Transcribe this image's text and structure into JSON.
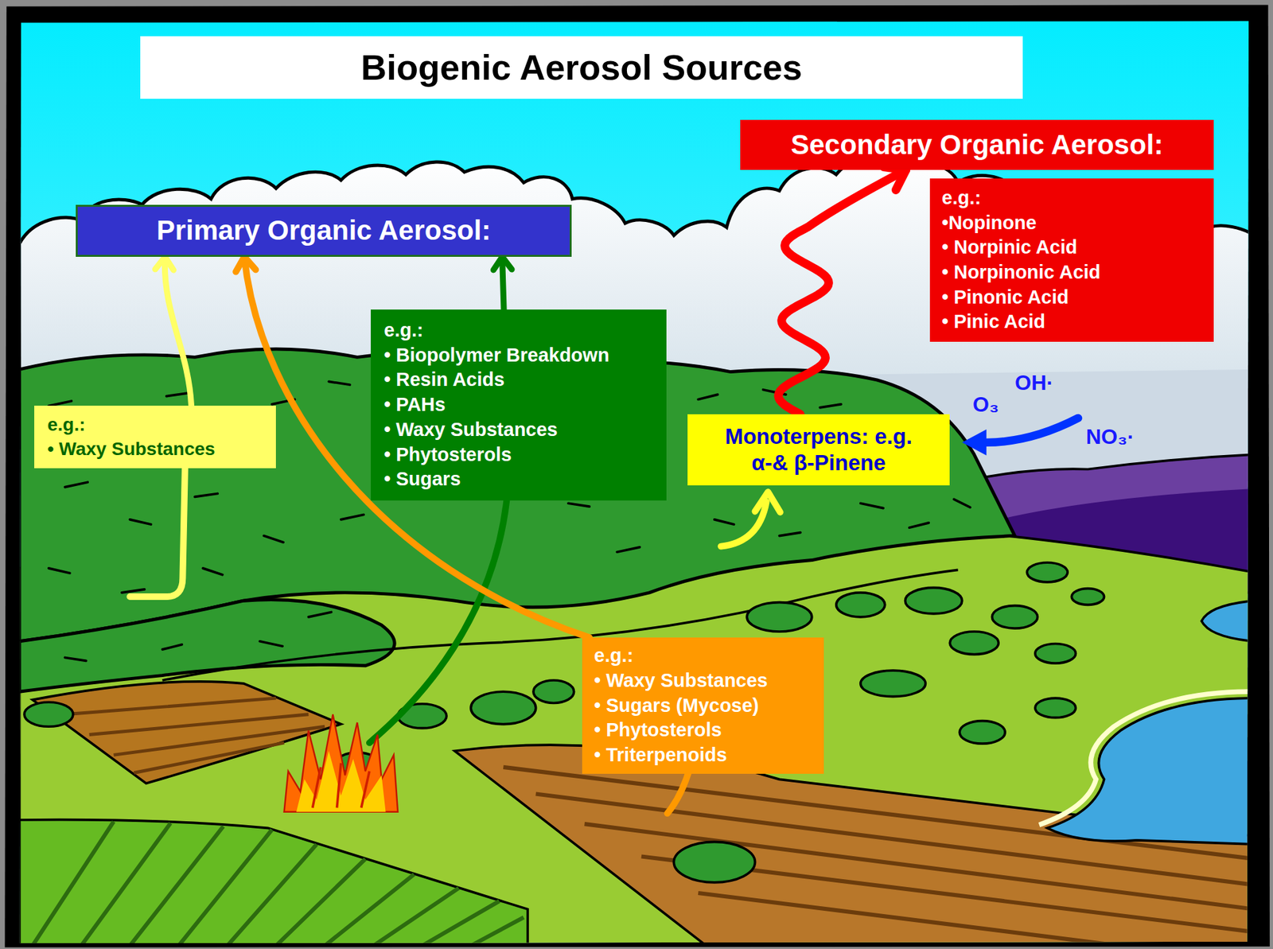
{
  "diagram": {
    "title": "Biogenic Aerosol Sources",
    "nodes": [
      {
        "text": [
          "Primary Organic Aerosol:"
        ]
      },
      {
        "text": [
          "e.g.:",
          "• Waxy Substances"
        ]
      },
      {
        "text": [
          "e.g.:",
          "• Biopolymer Breakdown",
          "• Resin Acids",
          "• PAHs",
          "• Waxy Substances",
          "• Phytosterols",
          "• Sugars"
        ]
      },
      {
        "text": [
          "e.g.:",
          "• Waxy Substances",
          "• Sugars (Mycose)",
          "• Phytosterols",
          "• Triterpenoids"
        ]
      },
      {
        "text": [
          "Monoterpens: e.g. α-& β-Pinene"
        ]
      },
      {
        "text": [
          "Secondary Organic Aerosol:"
        ]
      },
      {
        "text": [
          "e.g.:",
          "•Nopinone",
          "• Norpinic Acid",
          "• Norpinonic Acid",
          "• Pinonic Acid",
          "• Pinic Acid"
        ]
      }
    ],
    "edges": [
      {
        "from": 1,
        "to": 0,
        "arrow": "to"
      },
      {
        "from": 2,
        "to": 0,
        "arrow": "to"
      },
      {
        "from": 3,
        "to": 0,
        "arrow": "to"
      },
      {
        "from": 4,
        "to": 5,
        "arrow": "to"
      }
    ],
    "labels": [
      "OH·",
      "O₃",
      "NO₃·"
    ]
  }
}
